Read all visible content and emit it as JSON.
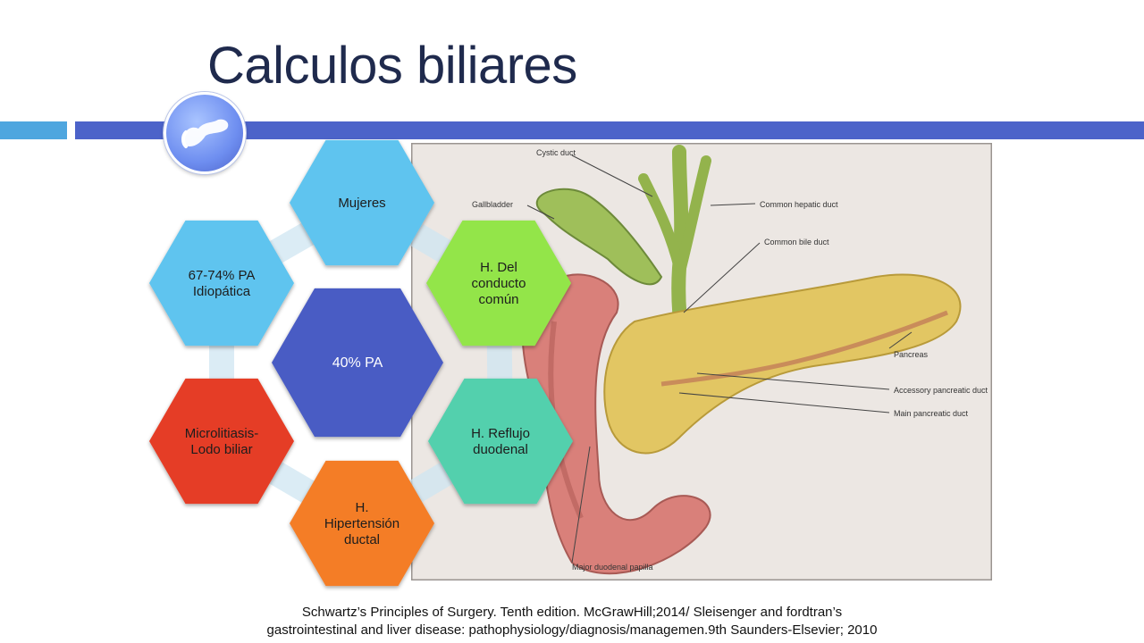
{
  "slide": {
    "title": "Calculos biliares",
    "citation_line1": "Schwartz’s Principles of Surgery. Tenth edition. McGrawHill;2014/ Sleisenger and fordtran’s",
    "citation_line2": "gastrointestinal and liver disease: pathophysiology/diagnosis/managemen.9th Saunders-Elsevier; 2010"
  },
  "anatomy_labels": {
    "cystic_duct": "Cystic duct",
    "gallbladder": "Gallbladder",
    "common_hepatic_duct": "Common hepatic duct",
    "common_bile_duct": "Common bile duct",
    "pancreas": "Pancreas",
    "accessory_duct": "Accessory pancreatic duct",
    "main_duct": "Main pancreatic duct",
    "papilla": "Major duodenal papilla"
  },
  "hexagons": {
    "center": {
      "lines": [
        "40%  PA"
      ],
      "color": "#4a5bc4"
    },
    "top": {
      "lines": [
        "Mujeres"
      ],
      "color": "#5ec4ef"
    },
    "upper_right": {
      "lines": [
        "H. Del",
        "conducto",
        "común"
      ],
      "color": "#93e54a"
    },
    "lower_right": {
      "lines": [
        "H. Reflujo",
        "duodenal"
      ],
      "color": "#52d0ad"
    },
    "bottom": {
      "lines": [
        "H.",
        "Hipertensión",
        "ductal"
      ],
      "color": "#f47d25"
    },
    "lower_left": {
      "lines": [
        "Microlitiasis-",
        "Lodo biliar"
      ],
      "color": "#e53e25"
    },
    "upper_left": {
      "lines": [
        "67-74% PA",
        "Idiopática"
      ],
      "color": "#5ec4ef"
    }
  },
  "colors": {
    "title": "#1f2a4d",
    "bar_light": "#4ea6df",
    "bar_dark": "#4c63c9",
    "connector": "#cfe6f2"
  },
  "icons": {
    "logo": "pancreas-icon"
  }
}
